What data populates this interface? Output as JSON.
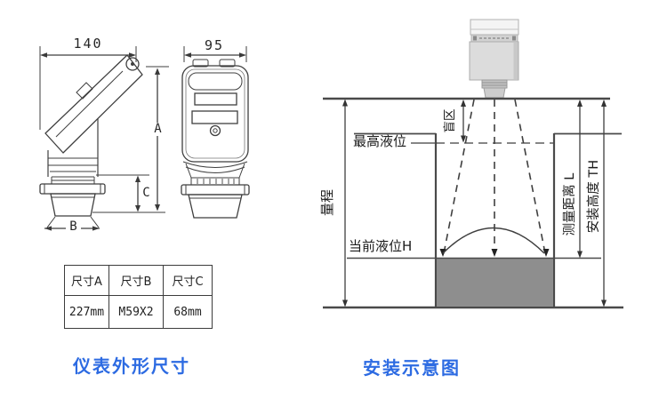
{
  "left_figure": {
    "caption": "仪表外形尺寸",
    "dims": {
      "top_width": "140",
      "front_width": "95",
      "a": "A",
      "b": "B",
      "c": "C"
    },
    "table": {
      "headers": [
        "尺寸A",
        "尺寸B",
        "尺寸C"
      ],
      "values": [
        "227mm",
        "M59X2",
        "68mm"
      ]
    }
  },
  "right_figure": {
    "caption": "安装示意图",
    "labels": {
      "range": "量程",
      "blind_zone": "盲区",
      "max_level": "最高液位",
      "current_level": "当前液位H",
      "measuring_distance": "测量距离 L",
      "install_height": "安装高度 TH"
    },
    "colors": {
      "liquid_gray": "#8e8e8e",
      "caption_blue": "#2d6be2",
      "line": "#3f3f3f"
    }
  }
}
